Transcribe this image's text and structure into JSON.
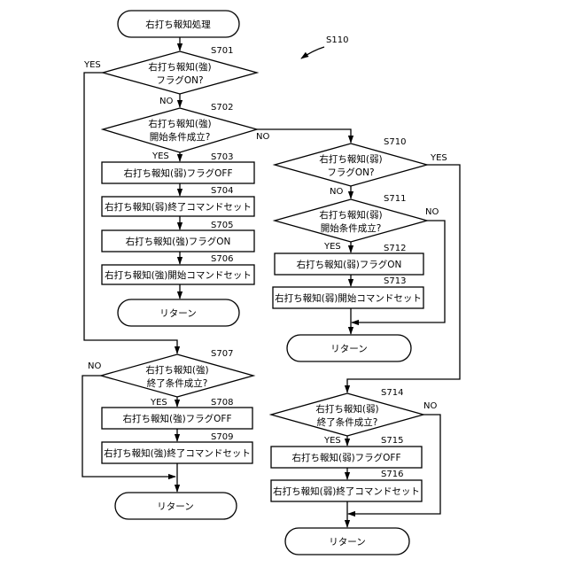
{
  "diagram": {
    "figure_ref": "S110",
    "start": "右打ち報知処理",
    "yes": "YES",
    "no": "NO",
    "return": "リターン",
    "steps": [
      {
        "id": "S701",
        "lines": [
          "右打ち報知(強)",
          "フラグON?"
        ]
      },
      {
        "id": "S702",
        "lines": [
          "右打ち報知(強)",
          "開始条件成立?"
        ]
      },
      {
        "id": "S703",
        "lines": [
          "右打ち報知(弱)フラグOFF"
        ]
      },
      {
        "id": "S704",
        "lines": [
          "右打ち報知(弱)終了コマンドセット"
        ]
      },
      {
        "id": "S705",
        "lines": [
          "右打ち報知(強)フラグON"
        ]
      },
      {
        "id": "S706",
        "lines": [
          "右打ち報知(強)開始コマンドセット"
        ]
      },
      {
        "id": "S707",
        "lines": [
          "右打ち報知(強)",
          "終了条件成立?"
        ]
      },
      {
        "id": "S708",
        "lines": [
          "右打ち報知(強)フラグOFF"
        ]
      },
      {
        "id": "S709",
        "lines": [
          "右打ち報知(強)終了コマンドセット"
        ]
      },
      {
        "id": "S710",
        "lines": [
          "右打ち報知(弱)",
          "フラグON?"
        ]
      },
      {
        "id": "S711",
        "lines": [
          "右打ち報知(弱)",
          "開始条件成立?"
        ]
      },
      {
        "id": "S712",
        "lines": [
          "右打ち報知(弱)フラグON"
        ]
      },
      {
        "id": "S713",
        "lines": [
          "右打ち報知(弱)開始コマンドセット"
        ]
      },
      {
        "id": "S714",
        "lines": [
          "右打ち報知(弱)",
          "終了条件成立?"
        ]
      },
      {
        "id": "S715",
        "lines": [
          "右打ち報知(弱)フラグOFF"
        ]
      },
      {
        "id": "S716",
        "lines": [
          "右打ち報知(弱)終了コマンドセット"
        ]
      }
    ]
  }
}
